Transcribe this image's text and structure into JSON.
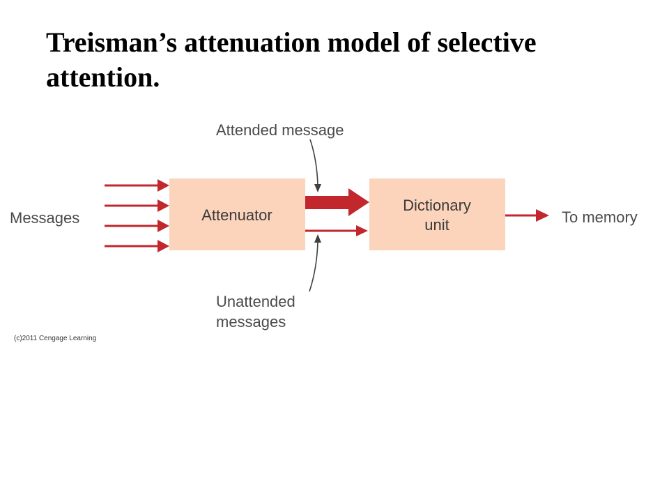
{
  "title": "Treisman’s attenuation model of selective attention.",
  "diagram": {
    "input_label": "Messages",
    "attenuator_label": "Attenuator",
    "dictionary_label_line1": "Dictionary",
    "dictionary_label_line2": "unit",
    "output_label": "To memory",
    "attended_label": "Attended message",
    "unattended_label_line1": "Unattended",
    "unattended_label_line2": "messages",
    "credit": "(c)2011 Cengage Learning",
    "colors": {
      "box_fill": "#fcd3bb",
      "arrow": "#c1272d",
      "pointer": "#404040"
    }
  }
}
